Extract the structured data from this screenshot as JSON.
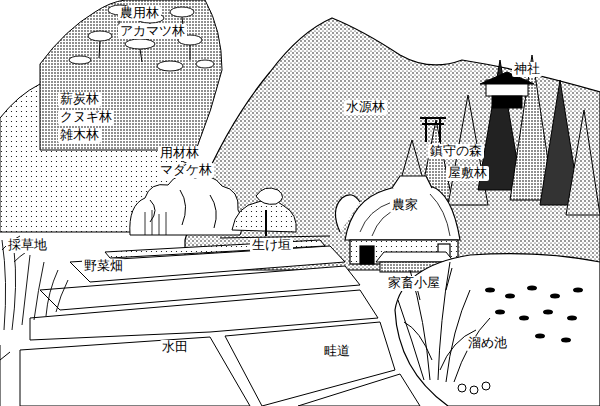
{
  "diagram": {
    "labels": [
      "農用林",
      "アカマツ林",
      "薪炭林",
      "クヌギ林",
      "雑木林",
      "水源林",
      "神社",
      "鎮守の森",
      "屋敷林",
      "用材林",
      "マダケ林",
      "農家",
      "生け垣",
      "採草地",
      "野菜畑",
      "家畜小屋",
      "水田",
      "畦道",
      "溜め池"
    ]
  }
}
